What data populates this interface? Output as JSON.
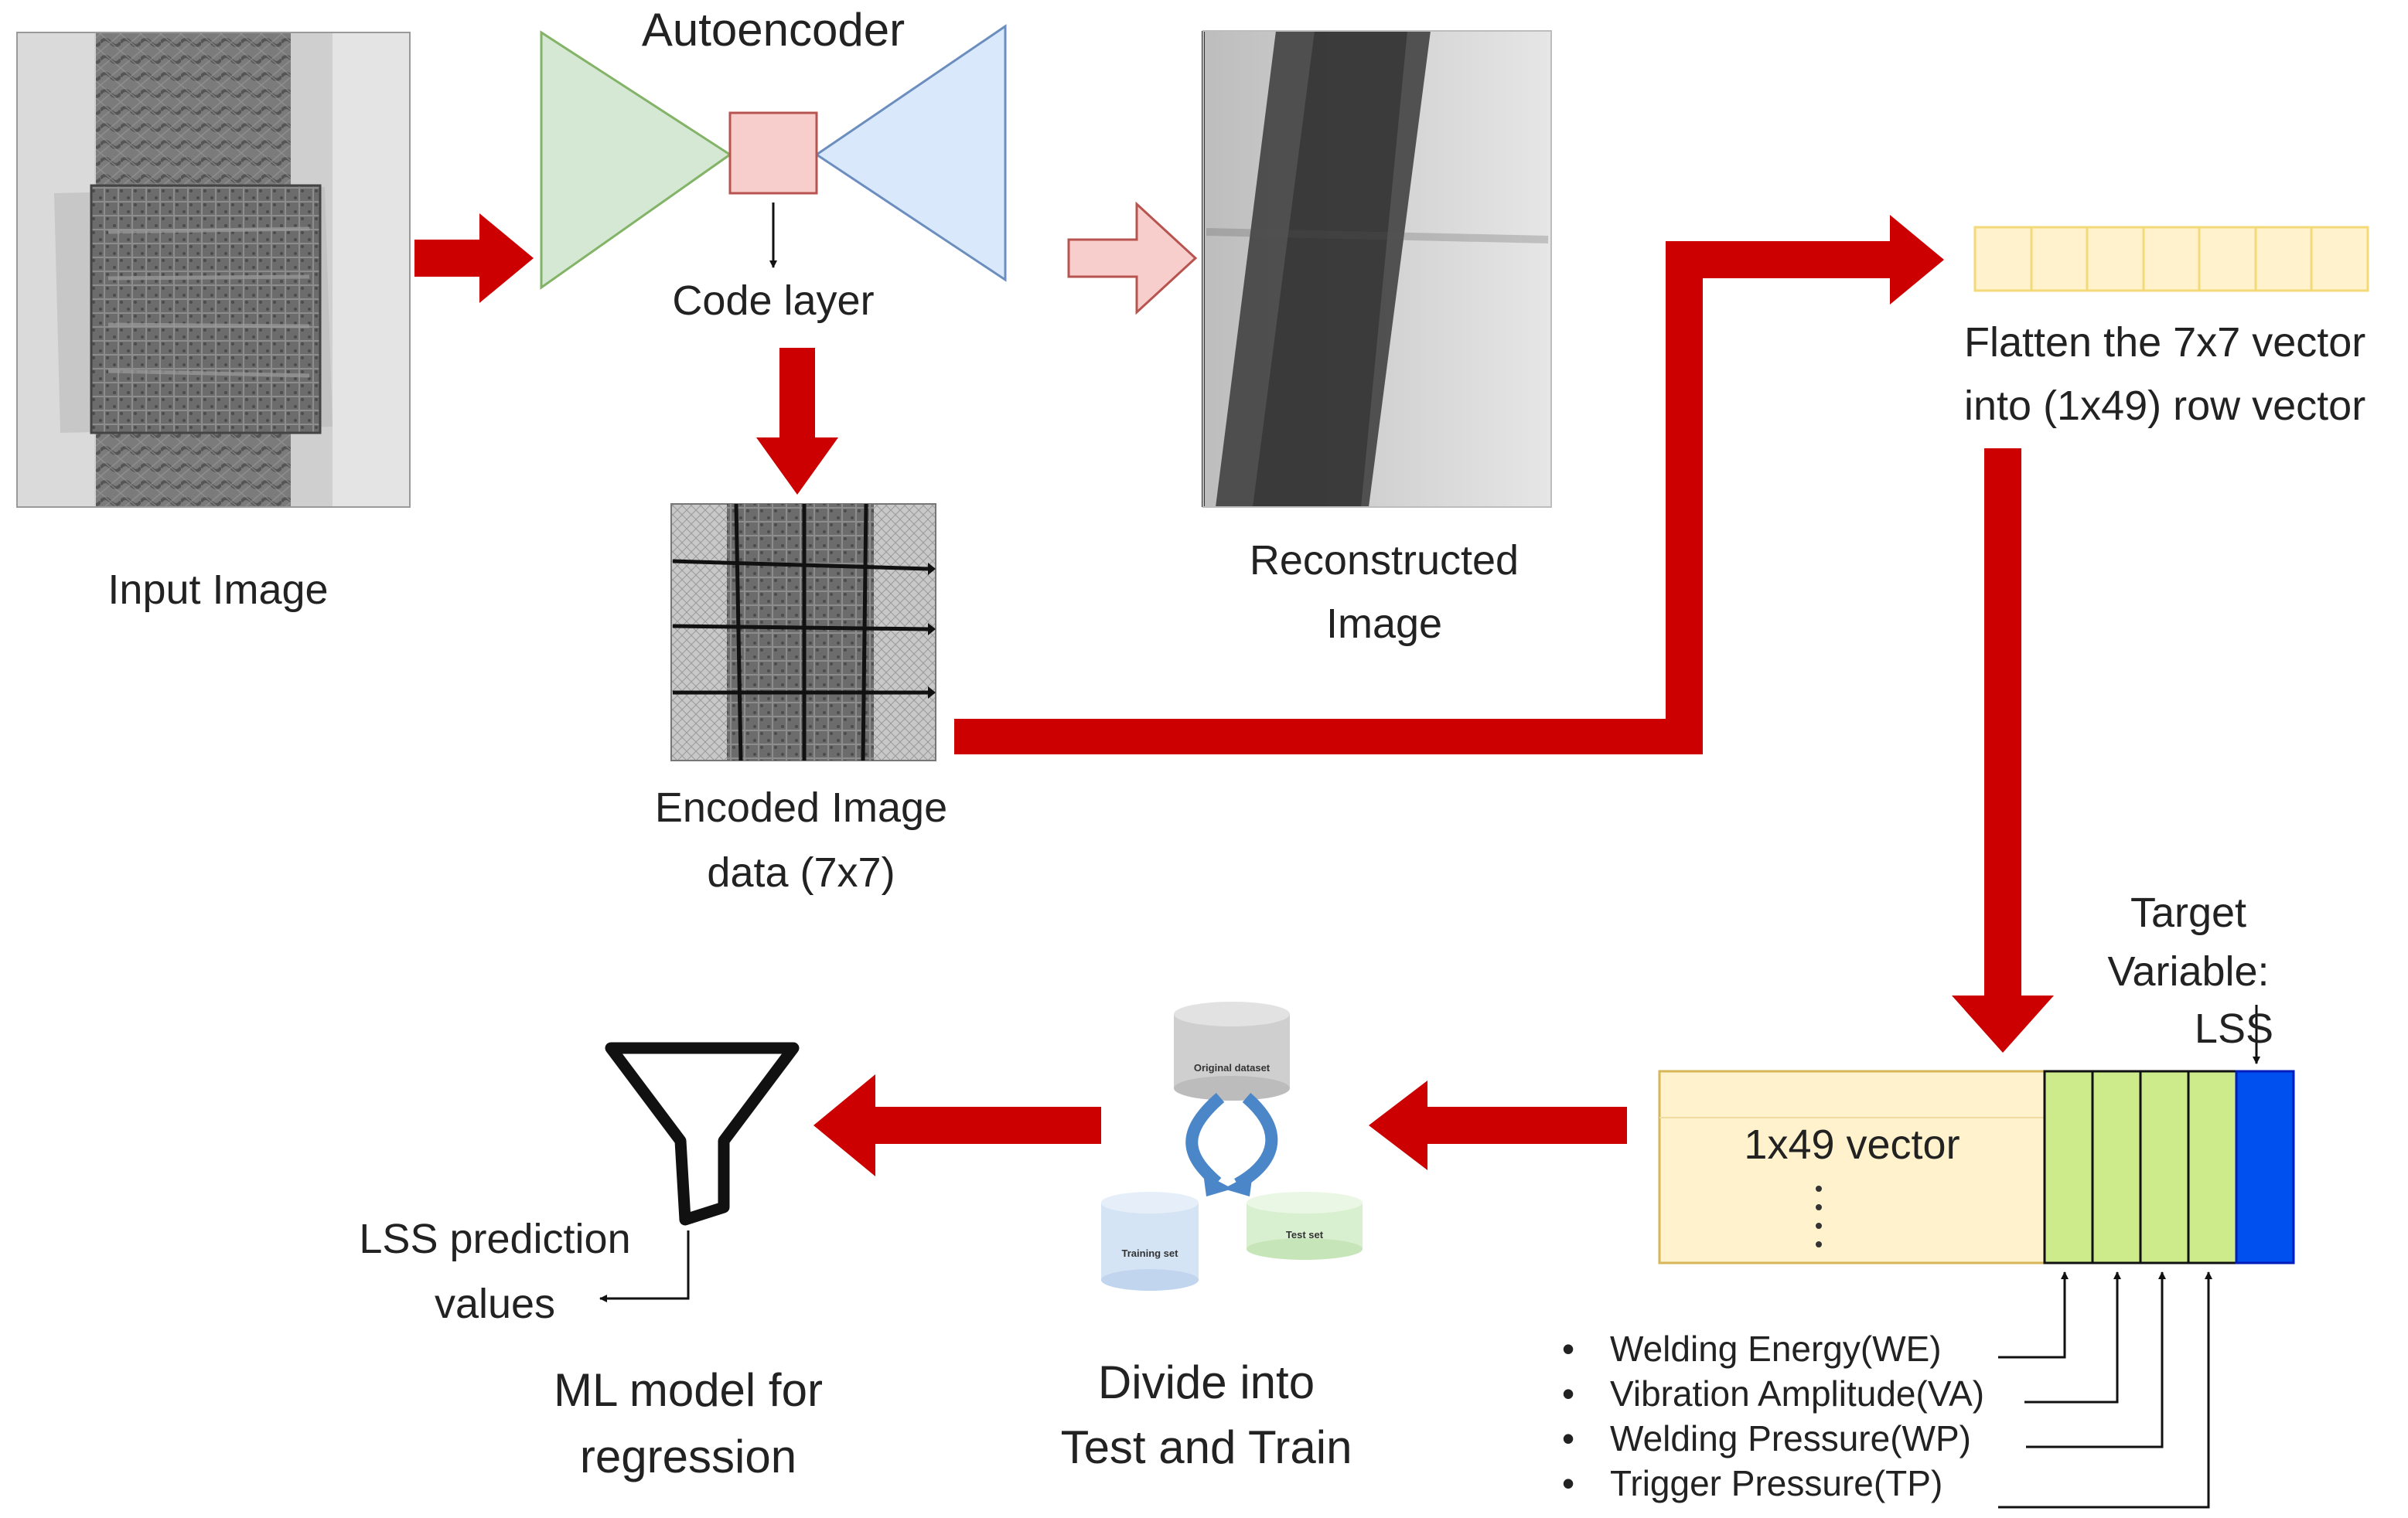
{
  "input_image": {
    "label": "Input Image"
  },
  "autoencoder": {
    "title": "Autoencoder",
    "code_layer": "Code layer"
  },
  "reconstructed": {
    "line1": "Reconstructed",
    "line2": "Image"
  },
  "encoded": {
    "line1": "Encoded Image",
    "line2": "data (7x7)"
  },
  "flatten": {
    "line1": "Flatten the 7x7 vector",
    "line2": "into (1x49) row vector"
  },
  "vector_block": {
    "label": "1x49 vector",
    "dots": ":\n:"
  },
  "target": {
    "line1": "Target",
    "line2": "Variable:",
    "line3": "LSS"
  },
  "features": [
    "Welding Energy(WE)",
    "Vibration Amplitude(VA)",
    "Welding Pressure(WP)",
    "Trigger Pressure(TP)"
  ],
  "split": {
    "line1": "Divide into",
    "line2": "Test and Train",
    "original_dataset": "Original dataset",
    "training_set": "Training set",
    "test_set": "Test set"
  },
  "model": {
    "line1": "ML model for",
    "line2": "regression",
    "pred_line1": "LSS prediction",
    "pred_line2": "values"
  },
  "colors": {
    "arrow_red": "#cc0000",
    "encoder_green": "#d5e8d4",
    "encoder_green_stroke": "#82b366",
    "decoder_blue": "#dae8fc",
    "decoder_blue_stroke": "#6c8ebf",
    "code_pink": "#f8cecc",
    "code_pink_stroke": "#b85450",
    "vector_yellow": "#fff2cc",
    "feature_green": "#cdeb8b",
    "target_blue": "#0050ef"
  }
}
